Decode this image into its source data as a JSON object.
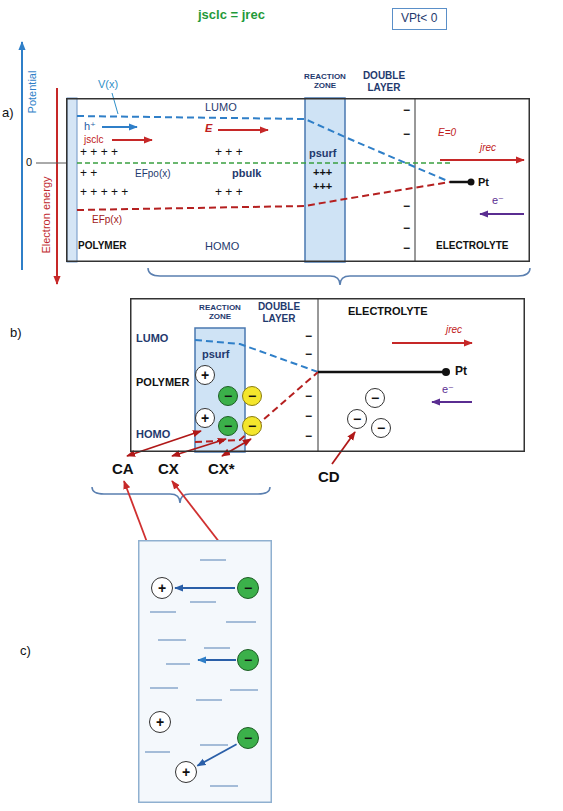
{
  "diagram": {
    "nodes": [
      {
        "text": [
          "VPt< 0"
        ]
      },
      {
        "text": [
          "a)",
          "REACTION ZONE",
          "DOUBLE LAYER",
          "LUMO",
          "h⁺",
          "jsclc",
          "E",
          "+ + + +",
          "+ + +",
          "psurf",
          "+ +",
          "EFpo(x)",
          "pbulk",
          "+++",
          "+ + + + +",
          "+ + +",
          "+++",
          "E=0",
          "jrec",
          "Pt",
          "e⁻",
          "EFp(x)",
          "POLYMER",
          "HOMO",
          "ELECTROLYTE",
          "−",
          "−",
          "−",
          "−",
          "−"
        ]
      },
      {
        "text": [
          "b)",
          "REACTION ZONE",
          "DOUBLE LAYER",
          "ELECTROLYTE",
          "LUMO",
          "psurf",
          "jrec",
          "POLYMER",
          "Pt",
          "e⁻",
          "HOMO",
          "−",
          "−",
          "−",
          "−",
          "−"
        ]
      },
      {
        "text": [
          "+"
        ],
        "in": 2
      },
      {
        "text": [
          "−"
        ],
        "in": 2
      },
      {
        "text": [
          "−"
        ],
        "in": 2
      },
      {
        "text": [
          "+"
        ],
        "in": 2
      },
      {
        "text": [
          "−"
        ],
        "in": 2
      },
      {
        "text": [
          "−"
        ],
        "in": 2
      },
      {
        "text": [
          "−"
        ],
        "in": 2
      },
      {
        "text": [
          "−"
        ],
        "in": 2
      },
      {
        "text": [
          "−"
        ],
        "in": 2
      },
      {
        "text": [
          "c)"
        ]
      },
      {
        "text": [
          "+"
        ],
        "in": 12
      },
      {
        "text": [
          "−"
        ],
        "in": 12
      },
      {
        "text": [
          "−"
        ],
        "in": 12
      },
      {
        "text": [
          "+"
        ],
        "in": 12
      },
      {
        "text": [
          "−"
        ],
        "in": 12
      },
      {
        "text": [
          "+"
        ],
        "in": 12
      }
    ],
    "edges": [
      {
        "from": 14,
        "to": 13,
        "arrow": "to"
      },
      {
        "from": 17,
        "to": 18,
        "arrow": "to"
      }
    ],
    "labels": [
      "jsclc = jrec",
      "Potential",
      "Electron energy",
      "0",
      "V(x)",
      "CA",
      "CX",
      "CX*",
      "CD"
    ]
  }
}
